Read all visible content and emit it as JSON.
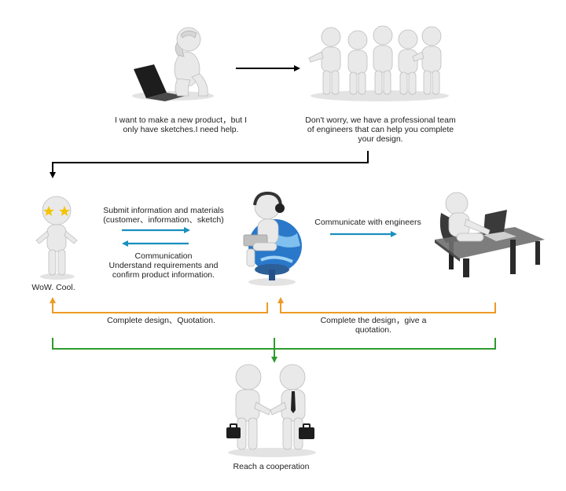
{
  "colors": {
    "flow_arrow": "#000000",
    "request_arrow": "#1a8fc0",
    "feedback_arrow": "#ee9a25",
    "merge_arrow": "#2e9a2e"
  },
  "steps": {
    "client_need": "I want to make a new product，but I only have sketches.I need help.",
    "team_reply": "Don't worry, we have a professional team of engineers that can help you complete your design.",
    "client_reaction": "WoW. Cool.",
    "submit_info_line1": "Submit information and materials",
    "submit_info_line2": "(customer、information、sketch)",
    "communication_line1": "Communication",
    "communication_line2": "Understand requirements and",
    "communication_line3": "confirm product information.",
    "communicate_engineers": "Communicate with engineers",
    "design_quotation_left": "Complete design、Quotation.",
    "design_quotation_right": "Complete the design，give a quotation.",
    "cooperation": "Reach a cooperation"
  }
}
